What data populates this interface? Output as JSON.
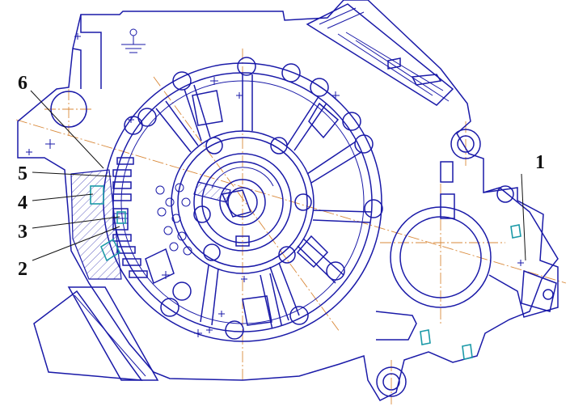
{
  "labels": {
    "l1": "1",
    "l2": "2",
    "l3": "3",
    "l4": "4",
    "l5": "5",
    "l6": "6"
  },
  "colors": {
    "outline": "#1a1aa8",
    "centerline": "#d9893a",
    "highlight": "#1c9aa8",
    "label": "#111111"
  }
}
